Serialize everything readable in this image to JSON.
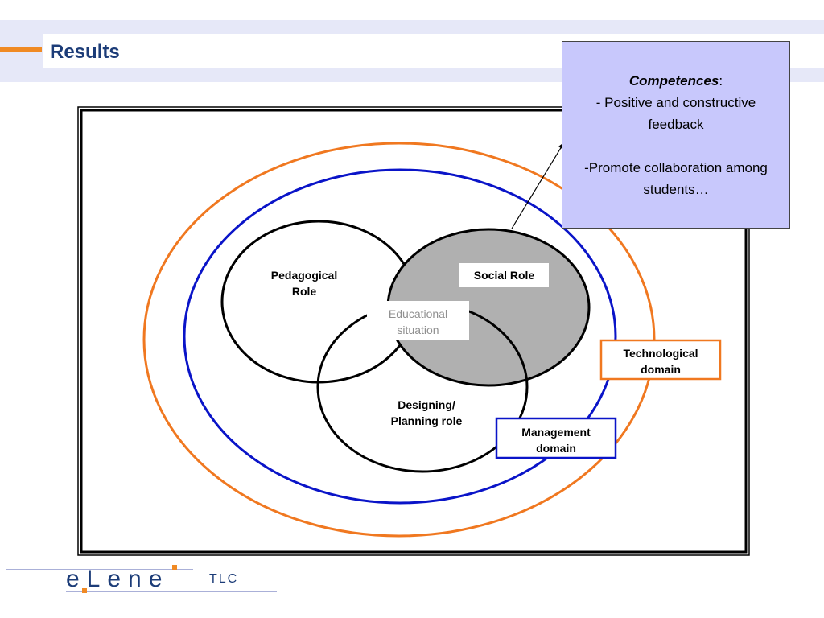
{
  "header": {
    "title": "Results"
  },
  "diagram": {
    "pedagogical_role": [
      "Pedagogical",
      "Role"
    ],
    "social_role": "Social Role",
    "educational_situation": [
      "Educational",
      "situation"
    ],
    "designing_role": [
      "Designing/",
      "Planning role"
    ],
    "technological_domain": [
      "Technological",
      "domain"
    ],
    "management_domain": [
      "Management",
      "domain"
    ],
    "colors": {
      "orange": "#f07820",
      "blue": "#0a14c8",
      "social_fill": "#b0b0b0",
      "competences_bg": "#c8c8fc"
    }
  },
  "competences": {
    "title": "Competences",
    "title_suffix": ":",
    "line1": "- Positive and constructive",
    "line2": "feedback",
    "line3": "-Promote collaboration among",
    "line4": "students…"
  },
  "logo": {
    "letters": "eLene",
    "suffix": "TLC"
  }
}
